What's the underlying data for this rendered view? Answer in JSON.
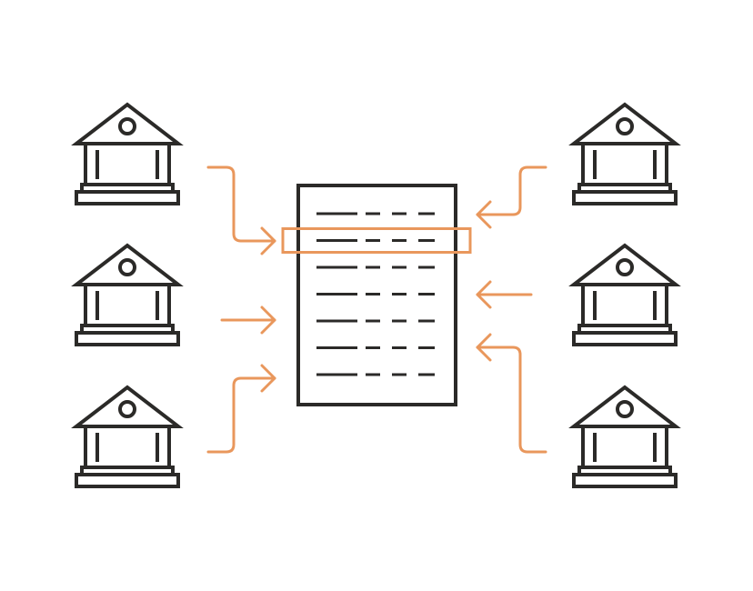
{
  "colors": {
    "ink": "#2b2a28",
    "accent": "#e9975c",
    "background": "#ffffff"
  },
  "icons": {
    "institution": "bank-building-icon",
    "ledger": "ledger-document-icon",
    "flow": "arrow-icon",
    "highlight": "highlighted-row"
  },
  "ledger": {
    "row_count": 7,
    "highlighted_row": 2
  },
  "institutions": {
    "left_count": 3,
    "right_count": 3
  }
}
